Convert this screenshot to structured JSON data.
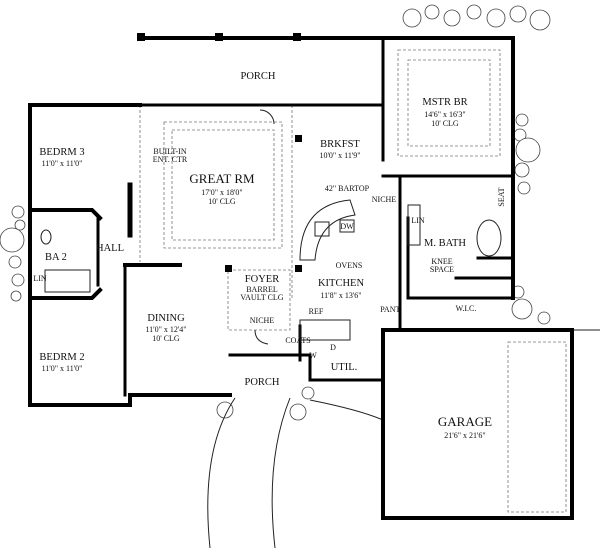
{
  "rooms": {
    "porch_top": {
      "name": "PORCH"
    },
    "master_br": {
      "name": "MSTR BR",
      "size": "14'6\" x 16'3\"",
      "ceiling": "10' CLG"
    },
    "bedrm3": {
      "name": "BEDRM 3",
      "size": "11'0\" x 11'0\""
    },
    "great_rm": {
      "name": "GREAT RM",
      "size": "17'0\" x 18'0\"",
      "ceiling": "10' CLG"
    },
    "brkfst": {
      "name": "BRKFST",
      "size": "10'0\" x 11'9\""
    },
    "kitchen": {
      "name": "KITCHEN",
      "size": "11'8\" x 13'6\""
    },
    "foyer": {
      "name": "FOYER",
      "note1": "BARREL",
      "note2": "VAULT CLG"
    },
    "dining": {
      "name": "DINING",
      "size": "11'0\" x 12'4\"",
      "ceiling": "10' CLG"
    },
    "bedrm2": {
      "name": "BEDRM 2",
      "size": "11'0\" x 11'0\""
    },
    "ba2": {
      "name": "BA 2"
    },
    "hall": {
      "name": "HALL"
    },
    "m_bath": {
      "name": "M. BATH"
    },
    "util": {
      "name": "UTIL."
    },
    "porch_bottom": {
      "name": "PORCH"
    },
    "garage": {
      "name": "GARAGE",
      "size": "21'6\" x 21'6\""
    }
  },
  "annotations": {
    "built_in_1": "BUILT-IN",
    "built_in_2": "ENT. CTR",
    "bartop": "42\" BARTOP",
    "niche_kitchen": "NICHE",
    "niche_foyer": "NICHE",
    "dw": "DW",
    "lin_master": "LIN",
    "lin_ba2": "LIN",
    "knee_1": "KNEE",
    "knee_2": "SPACE",
    "seat": "SEAT",
    "ovens": "OVENS",
    "pant": "PANT.",
    "wic": "W.I.C.",
    "ref": "REF",
    "coats": "COATS",
    "dryer": "D",
    "washer": "W"
  }
}
